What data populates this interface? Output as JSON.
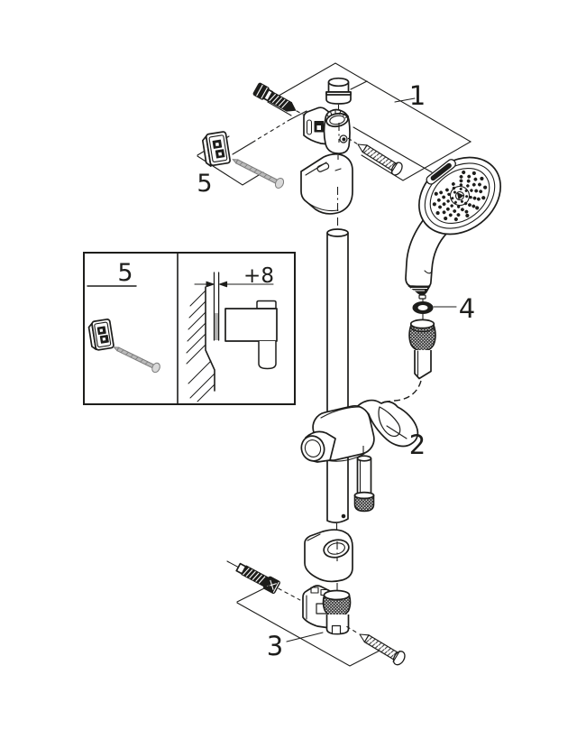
{
  "diagram": {
    "callouts": {
      "part1": "1",
      "part2": "2",
      "part3": "3",
      "part4": "4",
      "part5": "5"
    },
    "inset": {
      "panel_label": "5",
      "dimension": "+8"
    },
    "colors": {
      "line": "#1d1d1b",
      "background": "#ffffff",
      "screw_gray": "#b9b9b9",
      "screw_gray_dark": "#7c7c7c",
      "plate_gray": "#b3b3b3"
    }
  }
}
